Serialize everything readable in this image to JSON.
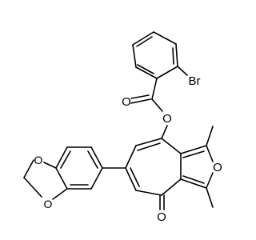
{
  "diagram": {
    "type": "chemical-structure",
    "atom_labels": {
      "ester_o": "O",
      "carbonyl_o": "O",
      "bromine": "Br",
      "furan_o": "O",
      "ketone_o": "O",
      "dioxole_o_top": "O",
      "dioxole_o_bottom": "O"
    },
    "colors": {
      "bond": "#000000",
      "background": "#ffffff"
    }
  }
}
